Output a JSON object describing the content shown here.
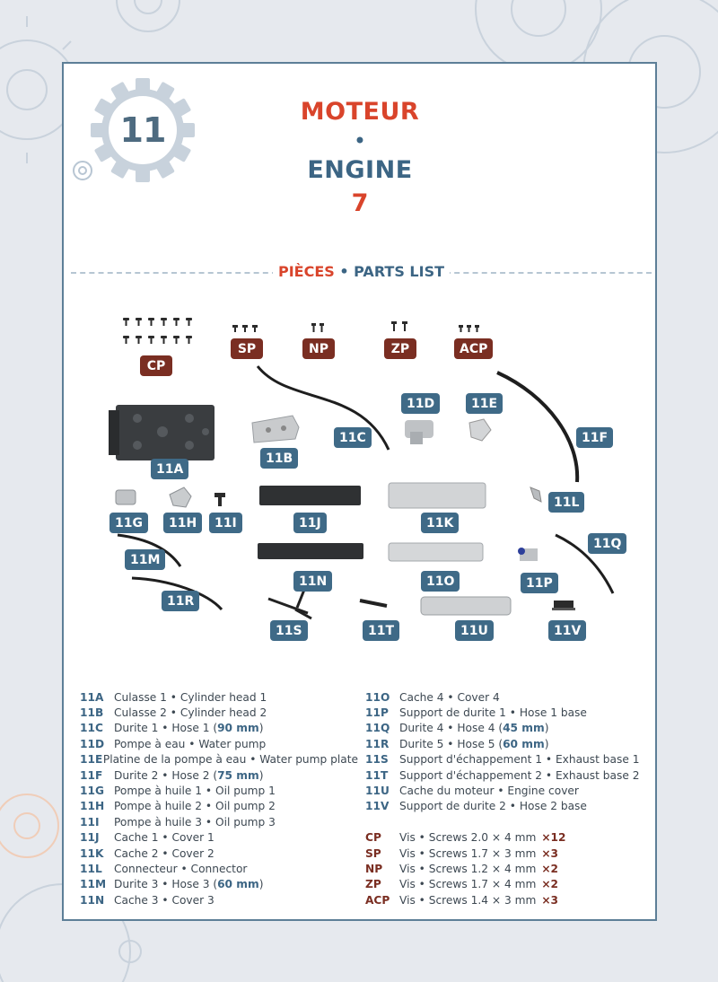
{
  "step": {
    "number": "11",
    "title_fr": "MOTEUR",
    "title_dot": "•",
    "title_en": "ENGINE",
    "subnumber": "7"
  },
  "parts_header": {
    "fr": "PIÈCES",
    "sep": "•",
    "en": "PARTS LIST"
  },
  "tags": {
    "CP": "CP",
    "SP": "SP",
    "NP": "NP",
    "ZP": "ZP",
    "ACP": "ACP",
    "11A": "11A",
    "11B": "11B",
    "11C": "11C",
    "11D": "11D",
    "11E": "11E",
    "11F": "11F",
    "11G": "11G",
    "11H": "11H",
    "11I": "11I",
    "11J": "11J",
    "11K": "11K",
    "11L": "11L",
    "11M": "11M",
    "11N": "11N",
    "11O": "11O",
    "11P": "11P",
    "11Q": "11Q",
    "11R": "11R",
    "11S": "11S",
    "11T": "11T",
    "11U": "11U",
    "11V": "11V"
  },
  "parts_list_left": [
    {
      "code": "11A",
      "text": "Culasse 1 • Cylinder head 1"
    },
    {
      "code": "11B",
      "text": "Culasse 2 • Cylinder head 2"
    },
    {
      "code": "11C",
      "text": "Durite 1 • Hose 1 (",
      "hl": "90 mm",
      "after": ")"
    },
    {
      "code": "11D",
      "text": "Pompe à eau • Water pump"
    },
    {
      "code": "11E",
      "text": "Platine de la pompe à eau • Water pump plate"
    },
    {
      "code": "11F",
      "text": "Durite 2 • Hose 2 (",
      "hl": "75 mm",
      "after": ")"
    },
    {
      "code": "11G",
      "text": "Pompe à huile 1 • Oil pump 1"
    },
    {
      "code": "11H",
      "text": "Pompe à huile 2 • Oil pump 2"
    },
    {
      "code": "11I",
      "text": "Pompe à huile 3 • Oil pump 3"
    },
    {
      "code": "11J",
      "text": "Cache 1 • Cover 1"
    },
    {
      "code": "11K",
      "text": "Cache 2 • Cover 2"
    },
    {
      "code": "11L",
      "text": "Connecteur • Connector"
    },
    {
      "code": "11M",
      "text": "Durite 3 • Hose 3 (",
      "hl": "60 mm",
      "after": ")"
    },
    {
      "code": "11N",
      "text": "Cache 3 • Cover 3"
    }
  ],
  "parts_list_right": [
    {
      "code": "11O",
      "text": "Cache 4 • Cover 4"
    },
    {
      "code": "11P",
      "text": "Support de durite 1 • Hose 1 base"
    },
    {
      "code": "11Q",
      "text": "Durite 4 • Hose 4 (",
      "hl": "45 mm",
      "after": ")"
    },
    {
      "code": "11R",
      "text": "Durite 5 • Hose 5 (",
      "hl": "60 mm",
      "after": ")"
    },
    {
      "code": "11S",
      "text": "Support d'échappement 1 • Exhaust base 1"
    },
    {
      "code": "11T",
      "text": "Support d'échappement 2 • Exhaust base 2"
    },
    {
      "code": "11U",
      "text": "Cache du moteur • Engine cover"
    },
    {
      "code": "11V",
      "text": "Support de durite 2 • Hose 2 base"
    }
  ],
  "screws": [
    {
      "code": "CP",
      "text": "Vis • Screws 2.0 × 4 mm",
      "qty": "×12"
    },
    {
      "code": "SP",
      "text": "Vis • Screws 1.7 × 3 mm",
      "qty": "×3"
    },
    {
      "code": "NP",
      "text": "Vis • Screws 1.2 × 4 mm",
      "qty": "×2"
    },
    {
      "code": "ZP",
      "text": "Vis • Screws 1.7 × 4 mm",
      "qty": "×2"
    },
    {
      "code": "ACP",
      "text": "Vis • Screws 1.4 × 3 mm",
      "qty": "×3"
    }
  ],
  "colors": {
    "red": "#d9442b",
    "blue": "#3c6584",
    "tag_blue": "#3f6a87",
    "tag_brown": "#7a2e22",
    "frame": "#5d7f97"
  }
}
